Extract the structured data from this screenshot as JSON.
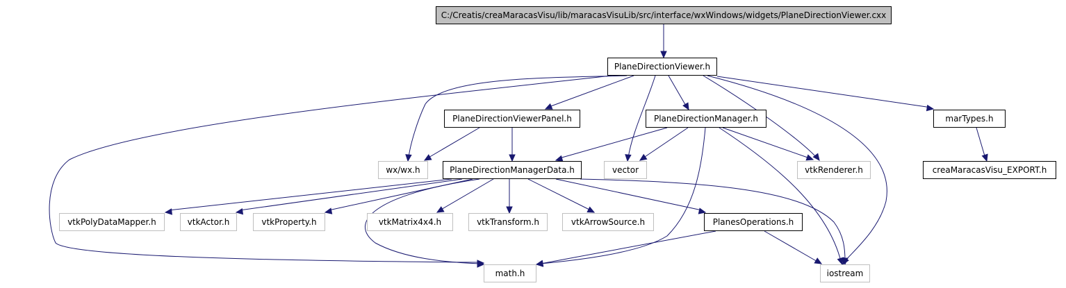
{
  "root": "C:/Creatis/creaMaracasVisu/lib/maracasVisuLib/src/interface/wxWindows/widgets/PlaneDirectionViewer.cxx",
  "nodes": {
    "plane_direction_viewer_h": "PlaneDirectionViewer.h",
    "plane_direction_viewer_panel_h": "PlaneDirectionViewerPanel.h",
    "plane_direction_manager_h": "PlaneDirectionManager.h",
    "mar_types_h": "marTypes.h",
    "wx_h": "wx/wx.h",
    "plane_direction_manager_data_h": "PlaneDirectionManagerData.h",
    "vector": "vector",
    "vtk_renderer_h": "vtkRenderer.h",
    "crea_maracas_visu_export_h": "creaMaracasVisu_EXPORT.h",
    "vtk_poly_data_mapper_h": "vtkPolyDataMapper.h",
    "vtk_actor_h": "vtkActor.h",
    "vtk_property_h": "vtkProperty.h",
    "vtk_matrix4x4_h": "vtkMatrix4x4.h",
    "vtk_transform_h": "vtkTransform.h",
    "vtk_arrow_source_h": "vtkArrowSource.h",
    "planes_operations_h": "PlanesOperations.h",
    "math_h": "math.h",
    "iostream": "iostream"
  },
  "colors": {
    "edge": "#191970",
    "root_fill": "#bfbfbf",
    "solid_border": "#000000",
    "ghost_border": "#bfbfbf"
  }
}
